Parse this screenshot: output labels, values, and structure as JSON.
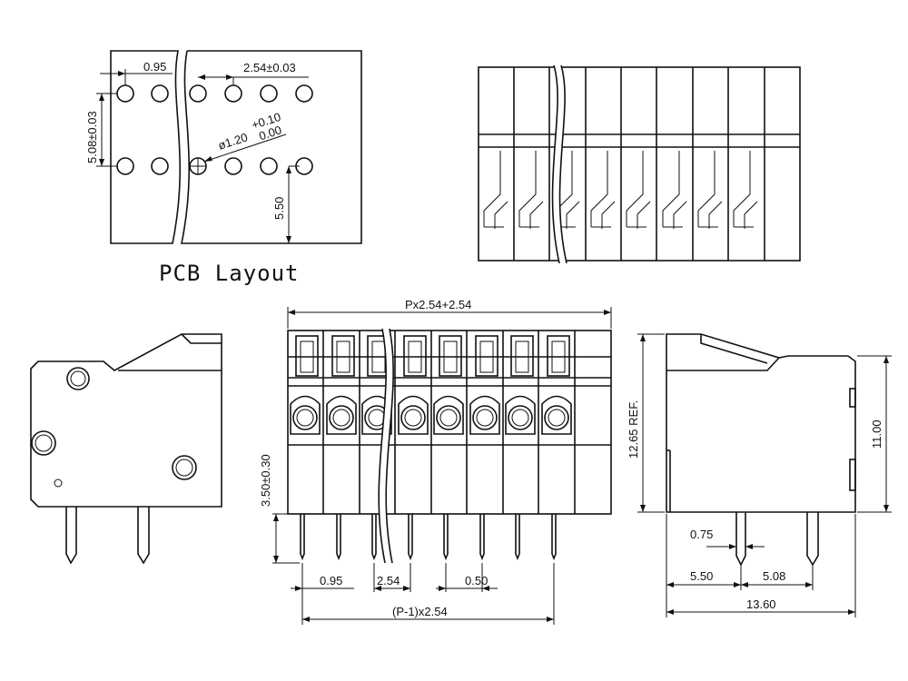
{
  "pcb_layout": {
    "title": "PCB Layout",
    "dims": {
      "offset": "0.95",
      "pitch": "2.54±0.03",
      "row_spacing": "5.08±0.03",
      "hole_dia_main": "ø1.20",
      "hole_tol_upper": "+0.10",
      "hole_tol_lower": "0.00",
      "edge_distance": "5.50"
    }
  },
  "front_view": {
    "dims": {
      "overall_width": "Px2.54+2.54",
      "height": "3.50±0.30",
      "pin_offset": "0.95",
      "pitch": "2.54",
      "pin_width": "0.50",
      "pin_span": "(P-1)x2.54"
    }
  },
  "side_view": {
    "dims": {
      "ref_height": "12.65 REF.",
      "body_height": "11.00",
      "pin_thickness": "0.75",
      "front_to_pin": "5.50",
      "pin_spacing": "5.08",
      "depth": "13.60"
    }
  }
}
